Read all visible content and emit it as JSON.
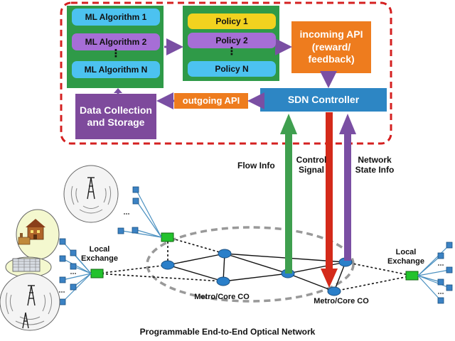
{
  "title": "Programmable End-to-End Optical Network",
  "ml_algorithms": [
    "ML Algorithm 1",
    "ML Algorithm 2",
    "ML Algorithm N"
  ],
  "policies": [
    "Policy 1",
    "Policy 2",
    "Policy N"
  ],
  "ellipsis": "⋮",
  "incoming_api": "incoming API (reward/ feedback)",
  "outgoing_api": "outgoing API",
  "sdn_controller": "SDN Controller",
  "data_store": "Data Collection and Storage",
  "flow_info": "Flow Info",
  "control_signal": "Control Signal",
  "network_state_info": "Network State Info",
  "local_exchange_left": "Local Exchange",
  "local_exchange_right": "Local Exchange",
  "metro_core_left": "Metro/Core CO",
  "metro_core_right": "Metro/Core CO",
  "colors": {
    "frame": "#d42020",
    "green_panel": "#2f9a48",
    "ml_purple": "#a66ed6",
    "ml_blue": "#4cc2f0",
    "policy_yellow": "#f2d21f",
    "api_orange": "#ee7c1e",
    "sdn_blue": "#2d86c4",
    "storage_purple": "#7e4a9c",
    "arrow_purple": "#7a4fa3",
    "arrow_green": "#3f9f4f",
    "arrow_red": "#d42a1a",
    "node_blue": "#2a7fc9"
  }
}
